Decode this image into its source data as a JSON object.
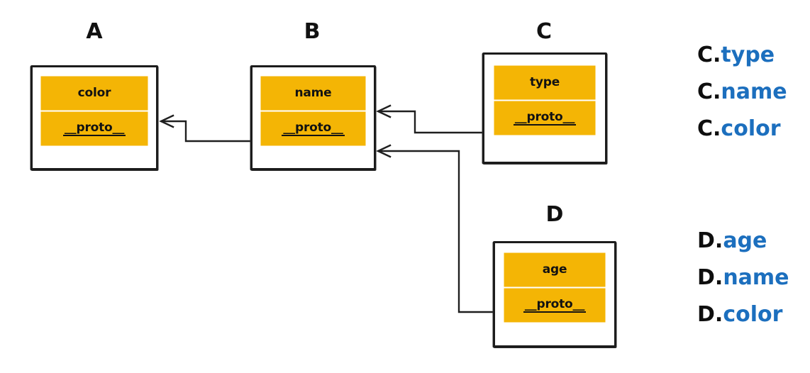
{
  "diagram": {
    "title_labels": {
      "a": "A",
      "b": "B",
      "c": "C",
      "d": "D"
    },
    "colors": {
      "row_fill": "#F4B505",
      "box_border": "#1C1C1C",
      "text": "#121212",
      "accent_blue": "#1C6FBE",
      "background": "#FFFFFF"
    },
    "objects": [
      {
        "id": "A",
        "title": "A",
        "rows": [
          {
            "label": "color",
            "kind": "property"
          },
          {
            "label": "__proto__",
            "kind": "proto"
          }
        ]
      },
      {
        "id": "B",
        "title": "B",
        "rows": [
          {
            "label": "name",
            "kind": "property"
          },
          {
            "label": "__proto__",
            "kind": "proto"
          }
        ]
      },
      {
        "id": "C",
        "title": "C",
        "rows": [
          {
            "label": "type",
            "kind": "property"
          },
          {
            "label": "__proto__",
            "kind": "proto"
          }
        ]
      },
      {
        "id": "D",
        "title": "D",
        "rows": [
          {
            "label": "age",
            "kind": "property"
          },
          {
            "label": "__proto__",
            "kind": "proto"
          }
        ]
      }
    ],
    "links": [
      {
        "from": "B.__proto__",
        "to": "A"
      },
      {
        "from": "C.__proto__",
        "to": "B"
      },
      {
        "from": "D.__proto__",
        "to": "B"
      }
    ]
  },
  "expressions": {
    "group_c": [
      {
        "object": "C.",
        "property": "type"
      },
      {
        "object": "C.",
        "property": "name"
      },
      {
        "object": "C.",
        "property": "color"
      }
    ],
    "group_d": [
      {
        "object": "D.",
        "property": "age"
      },
      {
        "object": "D.",
        "property": "name"
      },
      {
        "object": "D.",
        "property": "color"
      }
    ]
  }
}
